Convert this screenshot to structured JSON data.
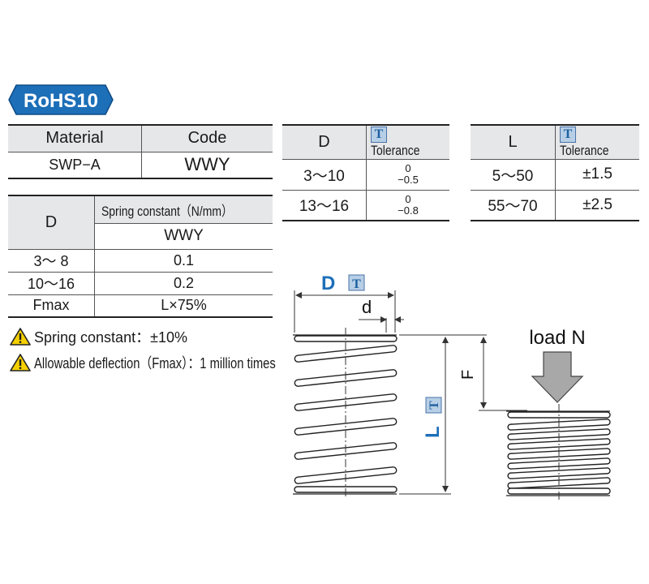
{
  "badge": {
    "text": "RoHS10",
    "color": "#1d6fb8"
  },
  "material_table": {
    "headers": [
      "Material",
      "Code"
    ],
    "row": [
      "SWP−A",
      "WWY"
    ]
  },
  "d_tol_table": {
    "headers": [
      "D",
      "Tolerance"
    ],
    "tag": "T",
    "rows": [
      {
        "range": "3〜10",
        "upper": "0",
        "lower": "−0.5"
      },
      {
        "range": "13〜16",
        "upper": "0",
        "lower": "−0.8"
      }
    ]
  },
  "l_tol_table": {
    "headers": [
      "L",
      "Tolerance"
    ],
    "tag": "T",
    "rows": [
      {
        "range": "5〜50",
        "tol": "±1.5"
      },
      {
        "range": "55〜70",
        "tol": "±2.5"
      }
    ]
  },
  "spring_table": {
    "col_d": "D",
    "header": "Spring constant（N/mm）",
    "subheader": "WWY",
    "rows": [
      {
        "d": "3〜 8",
        "value": "0.1"
      },
      {
        "d": "10〜16",
        "value": "0.2"
      },
      {
        "d": "Fmax",
        "value": "L×75%"
      }
    ]
  },
  "notes": [
    "Spring constant：±10%",
    "Allowable deflection（Fmax）：1 million times"
  ],
  "diagram": {
    "label_d_outer": "D",
    "label_d_wire": "d",
    "label_l": "L",
    "label_f": "F",
    "label_load": "load N",
    "tag": "T",
    "accent": "#1d6fb8",
    "tag_fill": "#b7cfe6"
  }
}
